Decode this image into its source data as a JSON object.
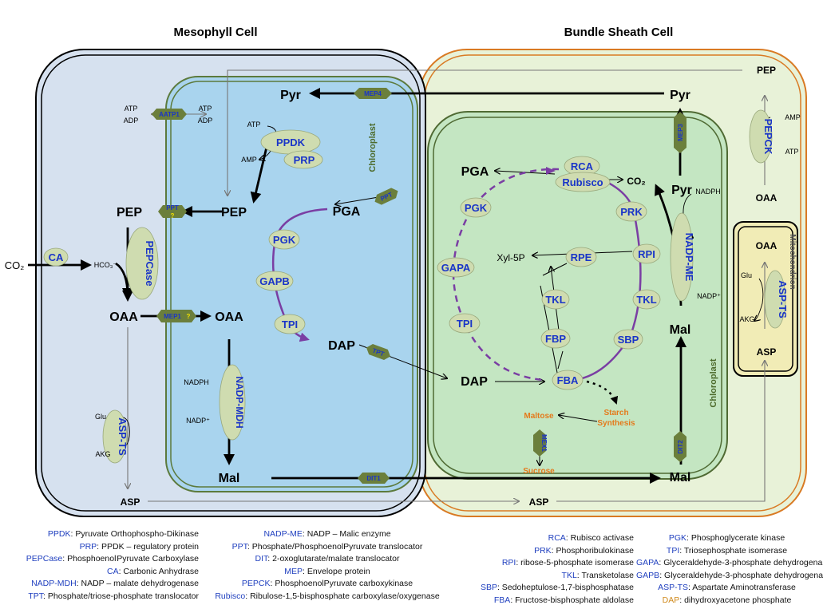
{
  "titles": {
    "mesophyll": "Mesophyll Cell",
    "bundle_sheath": "Bundle Sheath Cell"
  },
  "compartments": {
    "chloroplast_m": "Chloroplast",
    "chloroplast_bs": "Chloroplast",
    "mitochondrion": "Mitochondrion"
  },
  "colors": {
    "mesophyll_fill": "#d6e1ef",
    "mesophyll_chloro": "#a9d4ee",
    "bs_outer": "#e8f2d8",
    "bs_outer_stroke": "#d97a23",
    "bs_chloro": "#c4e6c2",
    "mito_fill": "#f1ecb6",
    "enzyme_fill": "#cfdcb0",
    "enzyme_text": "#1a35c8",
    "transporter": "#6b7f3c",
    "purple": "#7a3ea3",
    "orange_text": "#e47a1c"
  },
  "metabolites": {
    "pyr_m": "Pyr",
    "pep_mc": "PEP",
    "pep_m": "PEP",
    "pga_m": "PGA",
    "oaa_m": "OAA",
    "oaa_mc": "OAA",
    "dap_m": "DAP",
    "mal_m": "Mal",
    "asp_m": "ASP",
    "pyr_bs_top": "Pyr",
    "pga_bs": "PGA",
    "co2_bs": "CO₂",
    "pyr_bs": "Pyr",
    "xyl5p": "Xyl-5P",
    "dap_bs": "DAP",
    "mal_bs": "Mal",
    "mal_bs_c": "Mal",
    "asp_bs": "ASP",
    "pep_bs": "PEP",
    "oaa_bs": "OAA",
    "oaa_mito": "OAA",
    "asp_mito": "ASP",
    "co2_in": "CO₂",
    "hco3": "HCO₃⁻",
    "maltose": "Maltose",
    "sucrose": "Sucrose",
    "starch": "Starch",
    "synthesis": "Synthesis"
  },
  "cofactors": {
    "atp_aatp_l": "ATP",
    "adp_aatp_l": "ADP",
    "atp_aatp_r": "ATP",
    "adp_aatp_r": "ADP",
    "atp_ppdk": "ATP",
    "amp_ppdk": "AMP",
    "nadph_mdh": "NADPH",
    "nadp_mdh": "NADP⁺",
    "glu_m": "Glu",
    "akg_m": "AKG",
    "nadph_me": "NADPH",
    "nadp_me": "NADP⁺",
    "amp_pepck": "AMP",
    "atp_pepck": "ATP",
    "glu_mito": "Glu",
    "akg_mito": "AKG"
  },
  "enzymes": {
    "ppdk": "PPDK",
    "prp": "PRP",
    "ca": "CA",
    "pepcase": "PEPCase",
    "pgk_m": "PGK",
    "gapb": "GAPB",
    "tpi_m": "TPI",
    "nadp_mdh": "NADP-MDH",
    "asp_ts_m": "ASP-TS",
    "rca": "RCA",
    "rubisco": "Rubisco",
    "pgk_bs": "PGK",
    "prk": "PRK",
    "gapa": "GAPA",
    "rpe": "RPE",
    "rpi": "RPI",
    "tkl1": "TKL",
    "tkl2": "TKL",
    "tpi_bs": "TPI",
    "fbp": "FBP",
    "sbp": "SBP",
    "fba": "FBA",
    "nadp_me": "NADP-ME",
    "pepck": "PEPCK",
    "asp_ts_bs": "ASP-TS"
  },
  "transporters": {
    "aatp1": "AATP1",
    "mep4": "MEP4",
    "ppt_bs": "PPT",
    "ppt_m": "PPT",
    "ppt_q": "?",
    "mep1": "MEP1",
    "mep1_q": "?",
    "tpt": "TPT",
    "dit1": "DIT1",
    "mep3": "MEP3",
    "mex1": "MEX1",
    "dit2": "DIT2"
  },
  "legend_left": [
    {
      "abbr": "PPDK",
      "text": ": Pyruvate Orthophospho-Dikinase"
    },
    {
      "abbr": "PRP",
      "text": ": PPDK – regulatory protein"
    },
    {
      "abbr": "PEPCase",
      "text": ": Phosphoenol Pyruvate Carboxylase"
    },
    {
      "abbr": "CA",
      "text": ": Carbonic Anhydrase"
    },
    {
      "abbr": "NADP-MDH",
      "text": ": NADP – malate dehydrogenase"
    },
    {
      "abbr": "TPT",
      "text": ": Phosphate/triose-phosphate translocator"
    }
  ],
  "legend_mid": [
    {
      "abbr": "NADP-ME",
      "text": ": NADP – Malic enzyme"
    },
    {
      "abbr": "PPT",
      "text": ": Phosphate/PhosphoenolPyruvate translocator"
    },
    {
      "abbr": "DIT",
      "text": ": 2-oxoglutarate/malate translocator"
    },
    {
      "abbr": "MEP",
      "text": ": Envelope protein"
    },
    {
      "abbr": "PEPCK",
      "text": ": PhosphoenolPyruvate carboxykinase"
    },
    {
      "abbr": "Rubisco",
      "text": ": Ribulose-1,5-bisphosphate carboxylase/oxygenase"
    }
  ],
  "legend_r1": [
    {
      "abbr": "RCA",
      "text": ": Rubisco activase"
    },
    {
      "abbr": "PRK",
      "text": ": Phosphoribulokinase"
    },
    {
      "abbr": "RPI",
      "text": ": ribose-5-phosphate isomerase"
    },
    {
      "abbr": "TKL",
      "text": ": Transketolase"
    },
    {
      "abbr": "SBP",
      "text": ": Sedoheptulose-1,7-bisphosphatase"
    },
    {
      "abbr": "FBA",
      "text": ": Fructose-bisphosphate aldolase"
    }
  ],
  "legend_r2": [
    {
      "abbr": "PGK",
      "text": ": Phosphoglycerate kinase"
    },
    {
      "abbr": "TPI",
      "text": ": Triosephosphate isomerase"
    },
    {
      "abbr": "GAPA",
      "text": ": Glyceraldehyde-3-phosphate dehydrogena"
    },
    {
      "abbr": "GAPB",
      "text": ": Glyceraldehyde-3-phosphate dehydrogena"
    },
    {
      "abbr": "ASP-TS",
      "text": ": Aspartate Aminotransferase"
    },
    {
      "abbr": "DAP",
      "text": ": dihydroxyacetone phosphate",
      "orange": true
    }
  ]
}
